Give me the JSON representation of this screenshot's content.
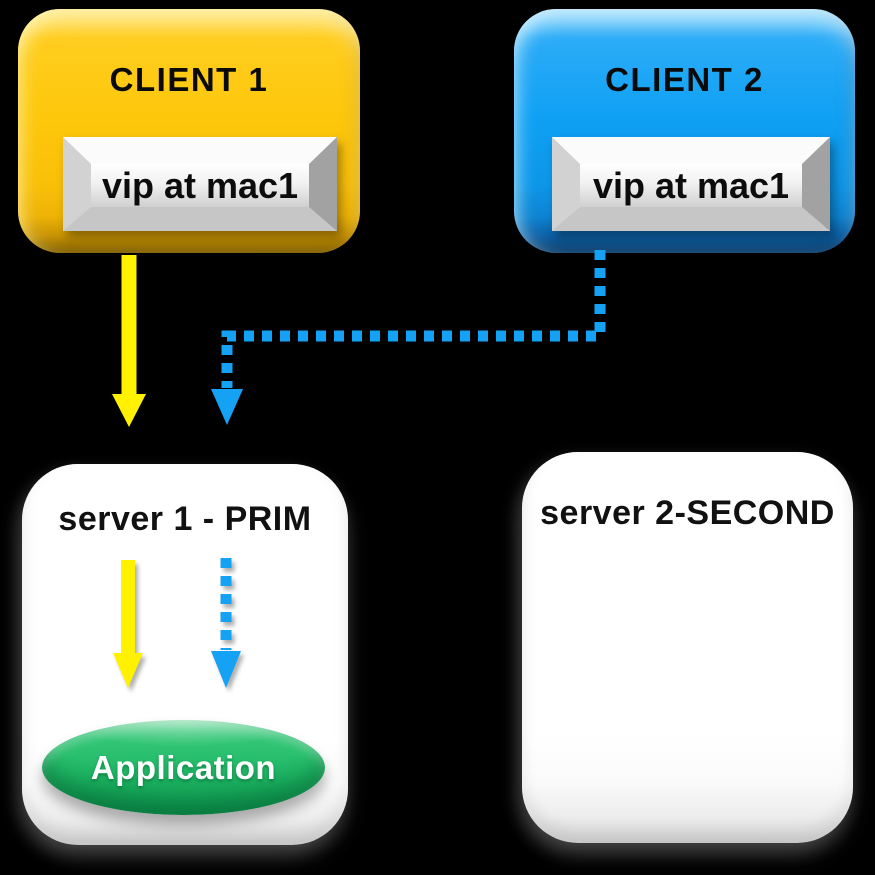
{
  "diagram": {
    "background_color": "#000000",
    "client1": {
      "title": "CLIENT 1",
      "badge": "vip at mac1",
      "fill": "#FDC70B"
    },
    "client2": {
      "title": "CLIENT 2",
      "badge": "vip at mac1",
      "fill": "#0FA0F4"
    },
    "server1": {
      "title": "server 1 - PRIM",
      "application": {
        "label": "Application",
        "fill": "#28BF6E"
      }
    },
    "server2": {
      "title": "server 2-SECOND"
    },
    "arrows": {
      "client1_to_server1": {
        "style": "solid",
        "color": "#FFF100"
      },
      "client2_to_server1": {
        "style": "dotted",
        "color": "#15A2F4"
      },
      "server1_internal_solid": {
        "style": "solid",
        "color": "#FFF100"
      },
      "server1_internal_dotted": {
        "style": "dotted",
        "color": "#15A2F4"
      }
    }
  }
}
